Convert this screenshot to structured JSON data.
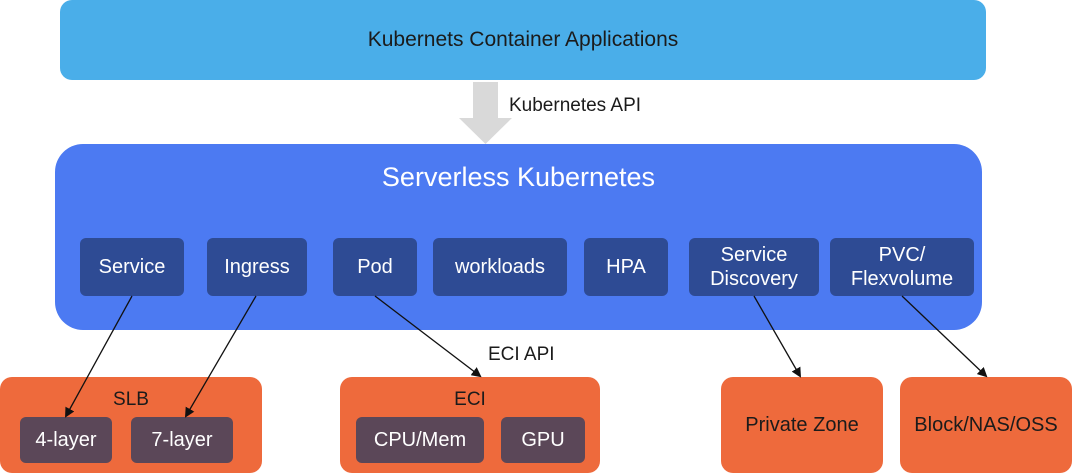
{
  "top_bar": {
    "label": "Kubernets Container Applications"
  },
  "api_label": "Kubernetes API",
  "serverless": {
    "title": "Serverless Kubernetes",
    "components": [
      {
        "label": "Service"
      },
      {
        "label": "Ingress"
      },
      {
        "label": "Pod"
      },
      {
        "label": "workloads"
      },
      {
        "label": "HPA"
      },
      {
        "label": "Service\nDiscovery"
      },
      {
        "label": "PVC/\nFlexvolume"
      }
    ]
  },
  "eci_api_label": "ECI API",
  "slb": {
    "title": "SLB",
    "items": [
      {
        "label": "4-layer"
      },
      {
        "label": "7-layer"
      }
    ]
  },
  "eci": {
    "title": "ECI",
    "items": [
      {
        "label": "CPU/Mem"
      },
      {
        "label": "GPU"
      }
    ]
  },
  "private_zone": {
    "label": "Private Zone"
  },
  "storage": {
    "label": "Block/NAS/OSS"
  },
  "colors": {
    "top_bar": "#4aaee9",
    "serverless": "#4c7af2",
    "component": "#2e4b94",
    "orange": "#ee6a3c",
    "sub_item": "#5b4758",
    "arrow_gray": "#d9d9d9"
  }
}
